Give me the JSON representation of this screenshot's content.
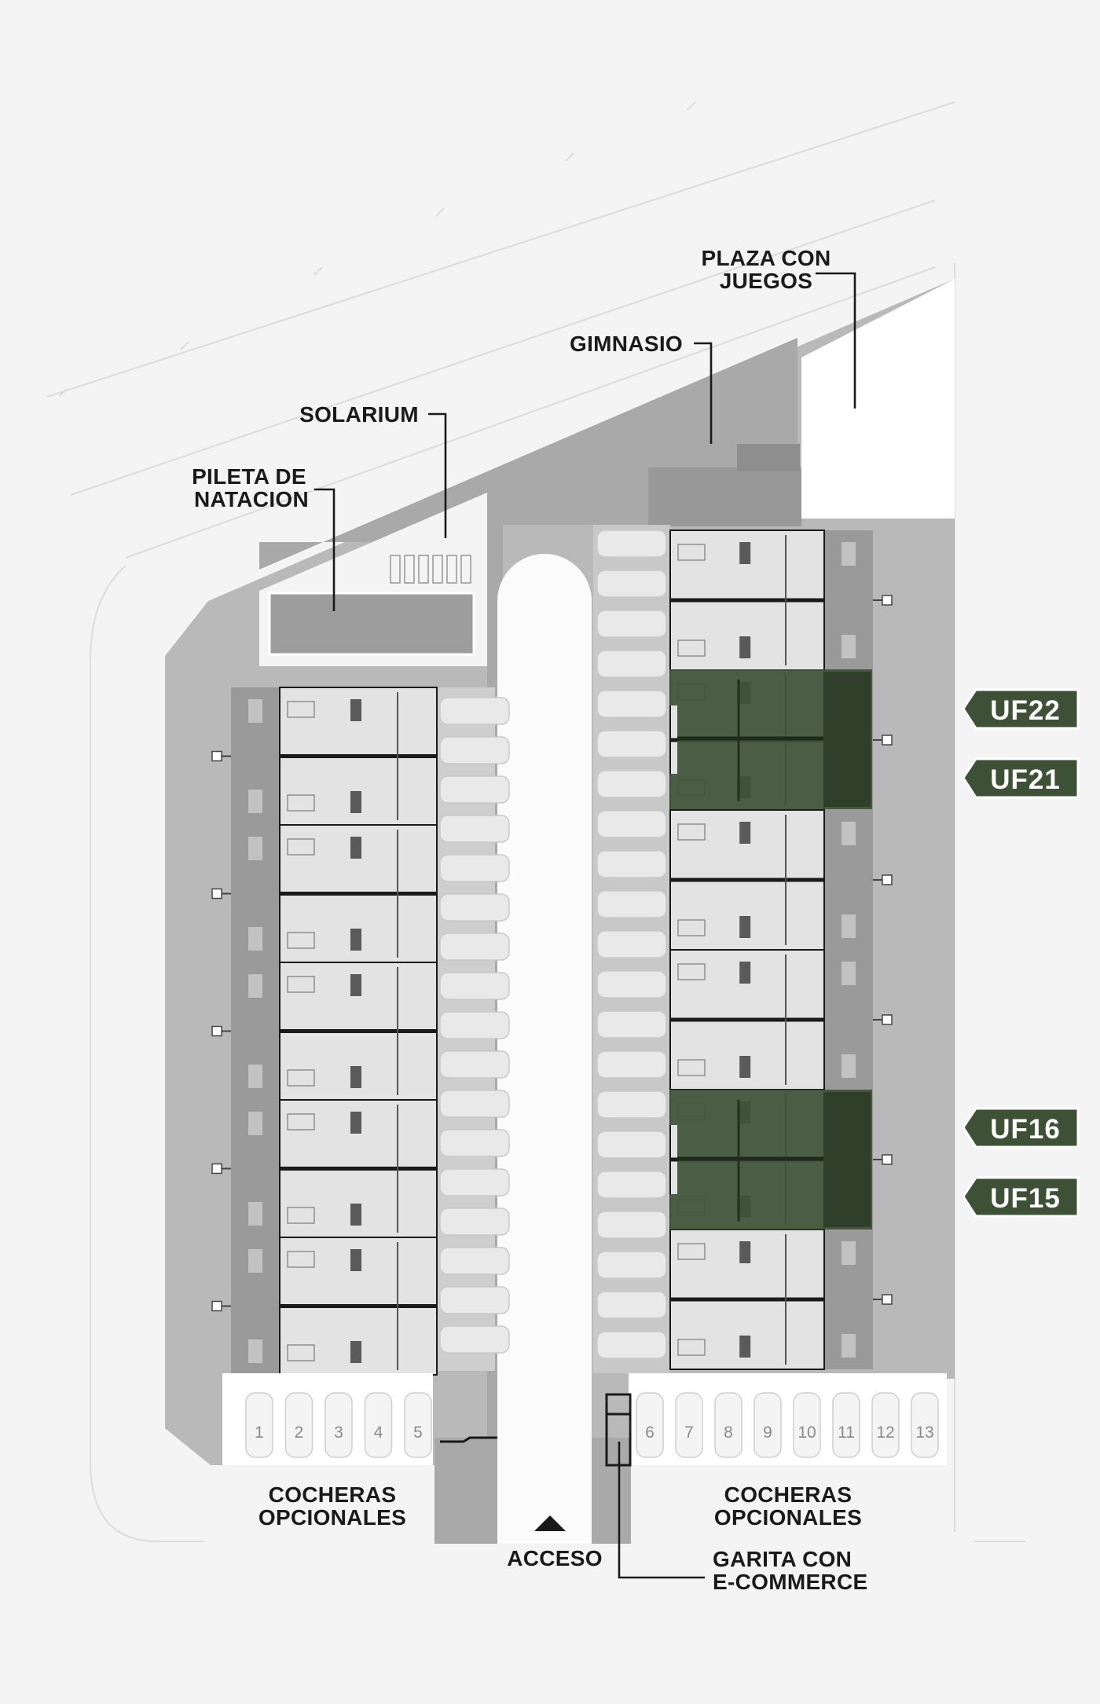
{
  "labels": {
    "plaza_line1": "PLAZA CON",
    "plaza_line2": "JUEGOS",
    "gimnasio": "GIMNASIO",
    "solarium": "SOLARIUM",
    "pileta_line1": "PILETA DE",
    "pileta_line2": "NATACION",
    "cocheras_left_line1": "COCHERAS",
    "cocheras_left_line2": "OPCIONALES",
    "cocheras_right_line1": "COCHERAS",
    "cocheras_right_line2": "OPCIONALES",
    "acceso": "ACCESO",
    "garita_line1": "GARITA CON",
    "garita_line2": "E-COMMERCE"
  },
  "units": [
    "UF22",
    "UF21",
    "UF16",
    "UF15"
  ],
  "parking_left": [
    "1",
    "2",
    "3",
    "4",
    "5"
  ],
  "parking_right": [
    "6",
    "7",
    "8",
    "9",
    "10",
    "11",
    "12",
    "13"
  ],
  "colors": {
    "highlight": "#3e5136",
    "tag": "#3e5136",
    "site": "#b9b9b9",
    "street": "#fbfbfb"
  }
}
